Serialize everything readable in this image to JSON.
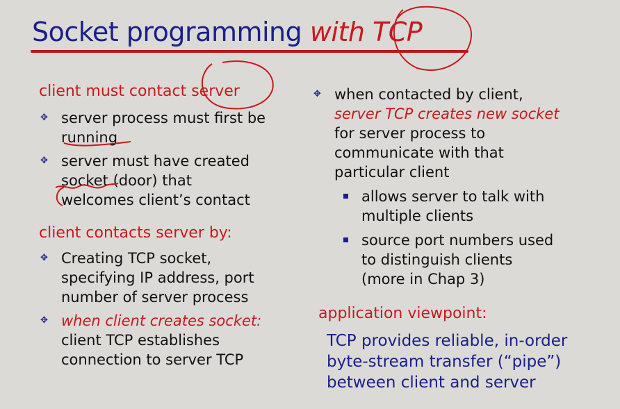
{
  "title": {
    "part1": "Socket programming ",
    "part2": "with TCP"
  },
  "left": {
    "heading1": "client must contact server",
    "item1": [
      "server process must first be",
      "running"
    ],
    "item2": [
      "server must have created",
      "socket (door) that",
      "welcomes client’s contact"
    ],
    "heading2": "client contacts server by:",
    "item3": [
      "Creating TCP socket,",
      "specifying IP address, port",
      "number of server process"
    ],
    "item4_red": "when client creates socket:",
    "item4": [
      "client TCP establishes",
      "connection to server TCP"
    ]
  },
  "right": {
    "item1_line1": "when contacted by client,",
    "item1_red": "server TCP creates new socket",
    "item1_rest": [
      "for server process to",
      "communicate with that",
      "particular client"
    ],
    "sub1": [
      "allows server to talk with",
      "multiple clients"
    ],
    "sub2": [
      "source port numbers used",
      "to distinguish clients",
      "(more in Chap 3)"
    ],
    "heading": "application viewpoint:",
    "viewpoint": [
      "TCP provides reliable, in-order",
      "byte-stream transfer (“pipe”)",
      "between client and server"
    ]
  },
  "colors": {
    "title_blue": "#1a1f8a",
    "accent_red": "#c8191e",
    "background": "#dcdad7"
  },
  "icons": {
    "bullet": "diamond-bullet-icon",
    "sub_bullet": "square-bullet-icon"
  }
}
